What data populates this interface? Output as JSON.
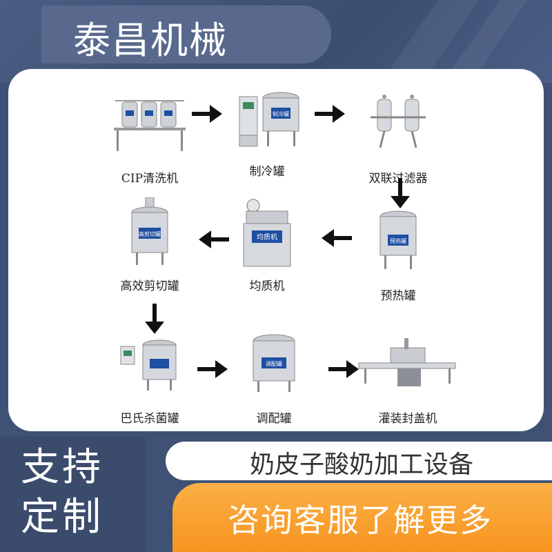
{
  "brand": {
    "title": "泰昌机械"
  },
  "steps": [
    {
      "label": "CIP清洗机"
    },
    {
      "label": "制冷罐"
    },
    {
      "label": "双联过滤器"
    },
    {
      "label": "预热罐"
    },
    {
      "label": "均质机"
    },
    {
      "label": "高效剪切罐"
    },
    {
      "label": "巴氏杀菌罐"
    },
    {
      "label": "调配罐"
    },
    {
      "label": "灌装封盖机"
    }
  ],
  "tank_labels": {
    "cooling": "制冷罐",
    "preheat": "预热罐",
    "homogenizer": "均质机",
    "shear": "高剪切罐",
    "mixing": "调配罐"
  },
  "badge": {
    "line1": "支持",
    "line2": "定制"
  },
  "subtitle": "奶皮子酸奶加工设备",
  "cta": "咨询客服了解更多",
  "colors": {
    "navy": "#3f5275",
    "orange": "#f7941f",
    "tank_label_blue": "#1f4fa3"
  }
}
